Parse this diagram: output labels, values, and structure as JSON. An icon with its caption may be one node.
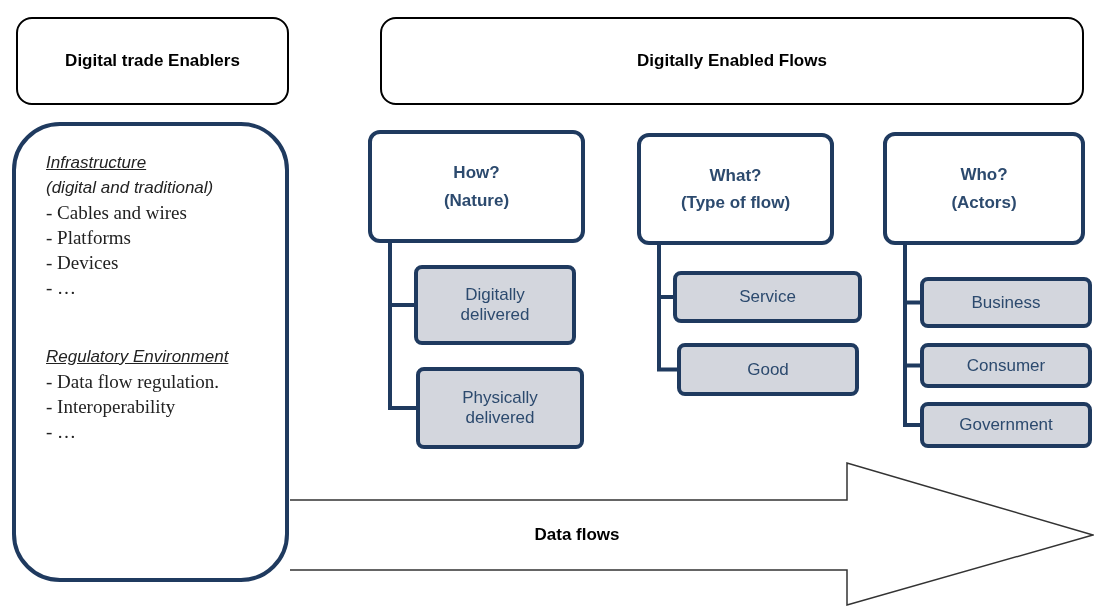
{
  "diagram": {
    "nodes": [
      {
        "text": [
          "Digital trade Enablers"
        ]
      },
      {
        "text": [
          "Digitally Enabled Flows"
        ]
      },
      {
        "text": [
          "Infrastructure",
          "(digital and traditional)",
          "- Cables and wires",
          "- Platforms",
          "- Devices",
          "- …",
          "Regulatory Environment",
          "- Data flow regulation.",
          "- Interoperability",
          "- …"
        ]
      },
      {
        "text": [
          "How?",
          "(Nature)"
        ]
      },
      {
        "text": [
          "Digitally delivered"
        ]
      },
      {
        "text": [
          "Physically delivered"
        ]
      },
      {
        "text": [
          "What?",
          "(Type of flow)"
        ]
      },
      {
        "text": [
          "Service"
        ]
      },
      {
        "text": [
          "Good"
        ]
      },
      {
        "text": [
          "Who?",
          "(Actors)"
        ]
      },
      {
        "text": [
          "Business"
        ]
      },
      {
        "text": [
          "Consumer"
        ]
      },
      {
        "text": [
          "Government"
        ]
      },
      {
        "text": [
          "Data flows"
        ]
      }
    ],
    "edges": [
      {
        "from": 3,
        "to": 4,
        "arrow": "none"
      },
      {
        "from": 3,
        "to": 5,
        "arrow": "none"
      },
      {
        "from": 6,
        "to": 7,
        "arrow": "none"
      },
      {
        "from": 6,
        "to": 8,
        "arrow": "none"
      },
      {
        "from": 9,
        "to": 10,
        "arrow": "none"
      },
      {
        "from": 9,
        "to": 11,
        "arrow": "none"
      },
      {
        "from": 9,
        "to": 12,
        "arrow": "none"
      }
    ]
  }
}
